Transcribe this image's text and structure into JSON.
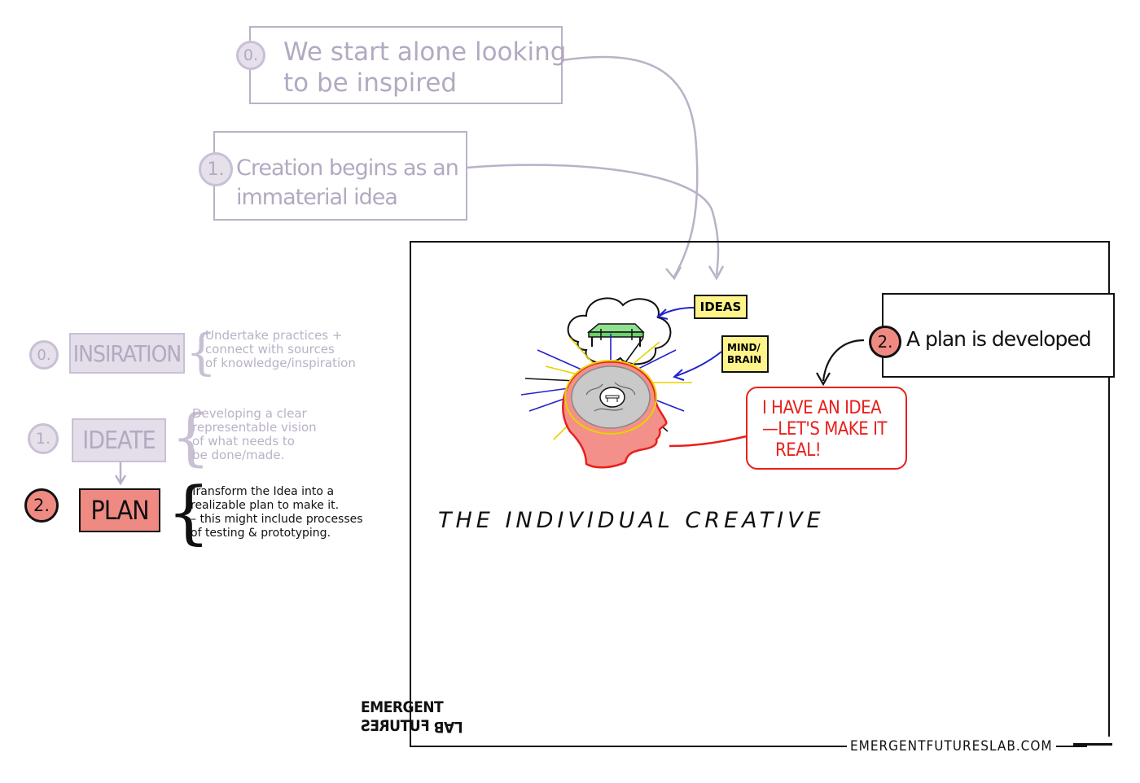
{
  "steps_top": [
    {
      "number": "0.",
      "text_line1": "We start alone looking",
      "text_line2": "to be inspired"
    },
    {
      "number": "1.",
      "text_line1": "Creation begins as an",
      "text_line2": "immaterial idea"
    }
  ],
  "frame": {
    "title": "THE INDIVIDUAL CREATIVE",
    "ideas_label": "IDEAS",
    "mind_label_line1": "MIND/",
    "mind_label_line2": "BRAIN",
    "plan_number": "2.",
    "plan_text": "A plan is developed",
    "speech_line1": "I HAVE AN IDEA",
    "speech_line2": "—LET'S MAKE IT",
    "speech_line3": "REAL!"
  },
  "stages": [
    {
      "number": "0.",
      "label": "INSIRATION",
      "description": "Undertake practices +\nconnect with sources\nof knowledge/inspiration",
      "active": false
    },
    {
      "number": "1.",
      "label": "IDEATE",
      "description": "Developing a clear\nrepresentable vision\nof what needs to\nbe done/made.",
      "active": false
    },
    {
      "number": "2.",
      "label": "PLAN",
      "description": "Transform the Idea into a\nrealizable plan to make it.\n– this might include processes\nof testing & prototyping.",
      "active": true
    }
  ],
  "logo": {
    "line1": "EMERGENT",
    "line2": "FUTURES",
    "line3": "LAB"
  },
  "footer_url": "EMERGENTFUTURESLAB.COM",
  "colors": {
    "faded": "#bab1c7",
    "accent_red": "#e8201c",
    "plan_fill": "#ef8a83",
    "ideas_yellow": "#fff48a",
    "arrow_blue": "#2222cc",
    "table_green": "#8fe08f"
  }
}
